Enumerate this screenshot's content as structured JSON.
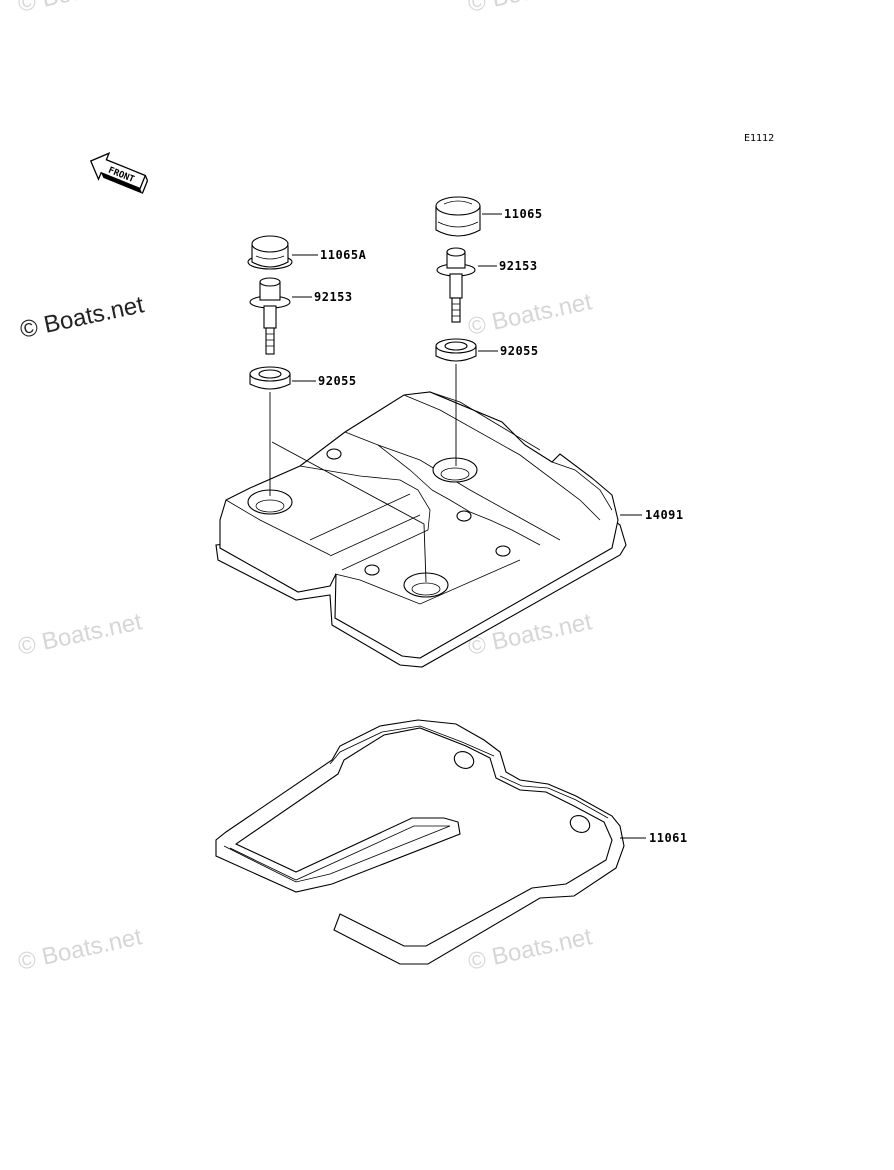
{
  "diagram_code": "E1112",
  "front_label": "FRONT",
  "watermark_text": "© Boats.net",
  "parts": [
    {
      "id": "cap_left",
      "number": "11065A"
    },
    {
      "id": "cap_right",
      "number": "11065"
    },
    {
      "id": "bolt_left",
      "number": "92153"
    },
    {
      "id": "bolt_right",
      "number": "92153"
    },
    {
      "id": "washer_left",
      "number": "92055"
    },
    {
      "id": "washer_right",
      "number": "92055"
    },
    {
      "id": "cylinder_head_cover",
      "number": "14091"
    },
    {
      "id": "gasket",
      "number": "11061"
    }
  ]
}
